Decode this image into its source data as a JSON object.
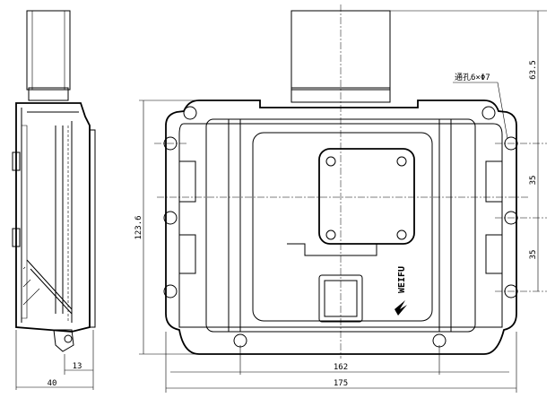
{
  "drawing": {
    "logo": "WEIFU",
    "annotations": {
      "hole_note": "通孔6×Φ7",
      "connector_height": "63.5",
      "hole_spacing_upper": "35",
      "hole_spacing_lower": "35",
      "overall_height": "123.6",
      "hole_span_width": "162",
      "overall_width": "175",
      "side_flange_depth": "13",
      "side_total_depth": "40"
    }
  }
}
